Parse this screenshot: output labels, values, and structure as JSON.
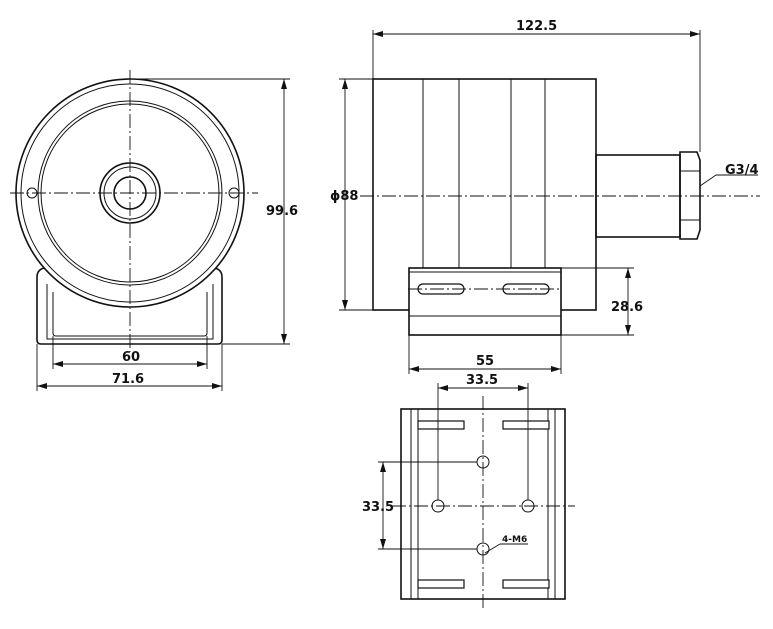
{
  "front_view": {
    "width_inner": "60",
    "width_outer": "71.6",
    "height": "99.6"
  },
  "side_view": {
    "length": "122.5",
    "diameter": "ϕ88",
    "thread": "G3/4",
    "bracket_height": "28.6",
    "bracket_width": "55"
  },
  "bracket_view": {
    "hole_spacing_horizontal": "33.5",
    "hole_spacing_vertical": "33.5",
    "hole_spec": "4-M6"
  }
}
